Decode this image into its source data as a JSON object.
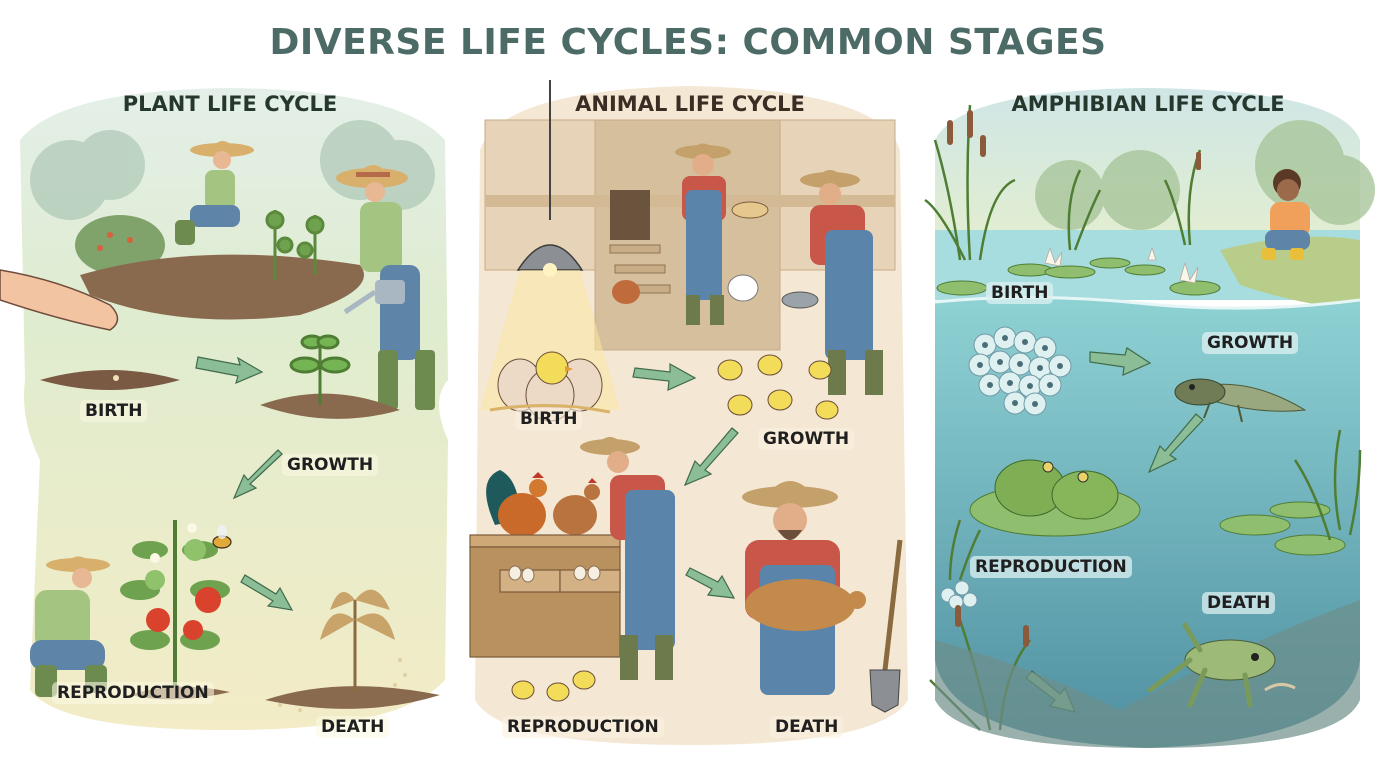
{
  "title": "DIVERSE LIFE CYCLES: COMMON STAGES",
  "colors": {
    "title": "#4d6b66",
    "arrow": "#7fb08e",
    "plant_bg": "#eef2cf",
    "animal_bg": "#f3e6d2",
    "pond_bg": "#8ccfd2"
  },
  "panels": [
    {
      "id": "plant",
      "title": "PLANT LIFE CYCLE",
      "stages": {
        "birth": "BIRTH",
        "growth": "GROWTH",
        "reproduction": "REPRODUCTION",
        "death": "DEATH"
      },
      "illustrations": [
        "hand-planting-seed",
        "gardener-kneeling",
        "gardener-watering-seedling",
        "gardener-with-tomato-plant",
        "bee",
        "wilted-plant"
      ]
    },
    {
      "id": "animal",
      "title": "ANIMAL LIFE CYCLE",
      "stages": {
        "birth": "BIRTH",
        "growth": "GROWTH",
        "reproduction": "REPRODUCTION",
        "death": "DEATH"
      },
      "illustrations": [
        "heat-lamp",
        "hatching-chick",
        "farmer-in-barn",
        "farmer-feeding-chicks",
        "rooster-and-hen",
        "egg-nesting-box",
        "farmer-holding-hen",
        "shovel"
      ]
    },
    {
      "id": "amphibian",
      "title": "AMPHIBIAN LIFE CYCLE",
      "stages": {
        "birth": "BIRTH",
        "growth": "GROWTH",
        "reproduction": "REPRODUCTION",
        "death": "DEATH"
      },
      "illustrations": [
        "cattails",
        "water-lilies",
        "child-crouching",
        "frog-eggs",
        "tadpole",
        "frogs-on-lily-pad",
        "dead-frog"
      ]
    }
  ]
}
